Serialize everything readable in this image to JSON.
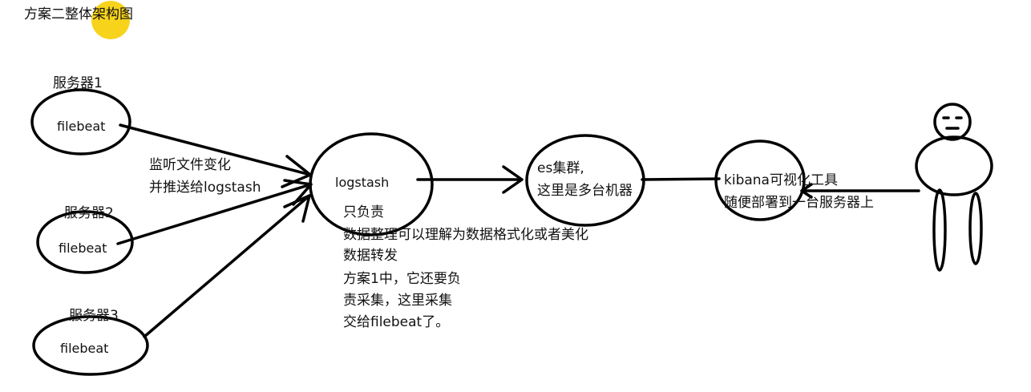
{
  "title": "方案二整体架构图",
  "servers": [
    {
      "label": "服务器1",
      "agent": "filebeat"
    },
    {
      "label": "服务器2",
      "agent": "filebeat"
    },
    {
      "label": "服务器3",
      "agent": "filebeat"
    }
  ],
  "arrow_note": [
    "监听文件变化",
    "并推送给logstash"
  ],
  "logstash": {
    "label": "logstash",
    "notes": [
      "只负责",
      "数据整理可以理解为数据格式化或者美化",
      "数据转发",
      "方案1中，它还要负",
      "责采集，这里采集",
      "交给filebeat了。"
    ]
  },
  "es": {
    "line1": "es集群,",
    "line2": "这里是多台机器"
  },
  "kibana": {
    "line1": "kibana可视化工具",
    "line2": "随便部署到一台服务器上"
  },
  "colors": {
    "stroke": "#000000",
    "highlight": "#f7d31c"
  }
}
